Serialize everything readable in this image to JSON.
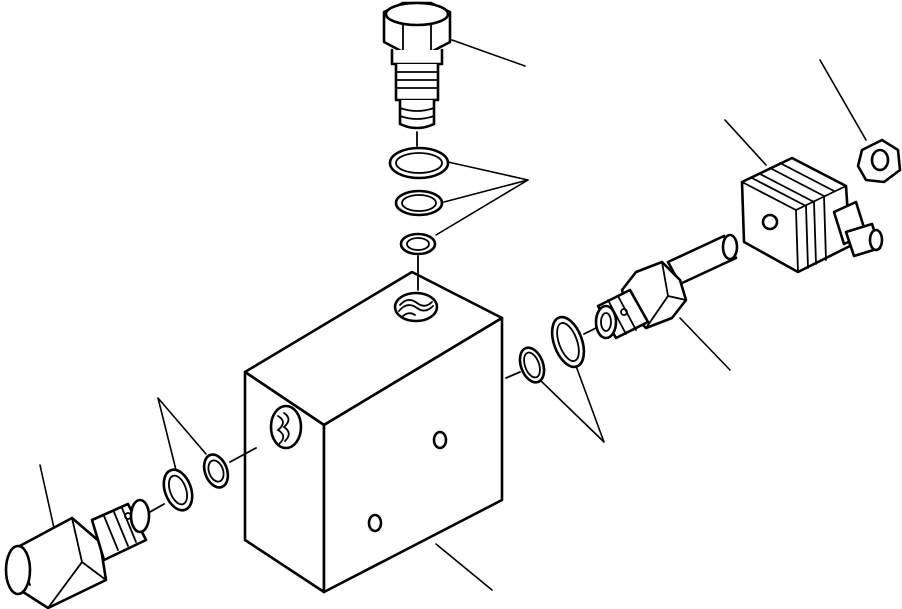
{
  "diagram": {
    "type": "exploded parts drawing",
    "line_color": "#000000",
    "background": "#ffffff",
    "parts": [
      "valve-block",
      "top-plug",
      "top-o-ring-large",
      "top-o-ring-medium",
      "top-o-ring-small",
      "solenoid-cartridge-valve",
      "solenoid-coil",
      "coil-nut",
      "right-o-ring-large",
      "right-o-ring-small",
      "relief-valve-cartridge",
      "left-o-ring-large",
      "left-o-ring-small"
    ],
    "callout_count": 8
  }
}
